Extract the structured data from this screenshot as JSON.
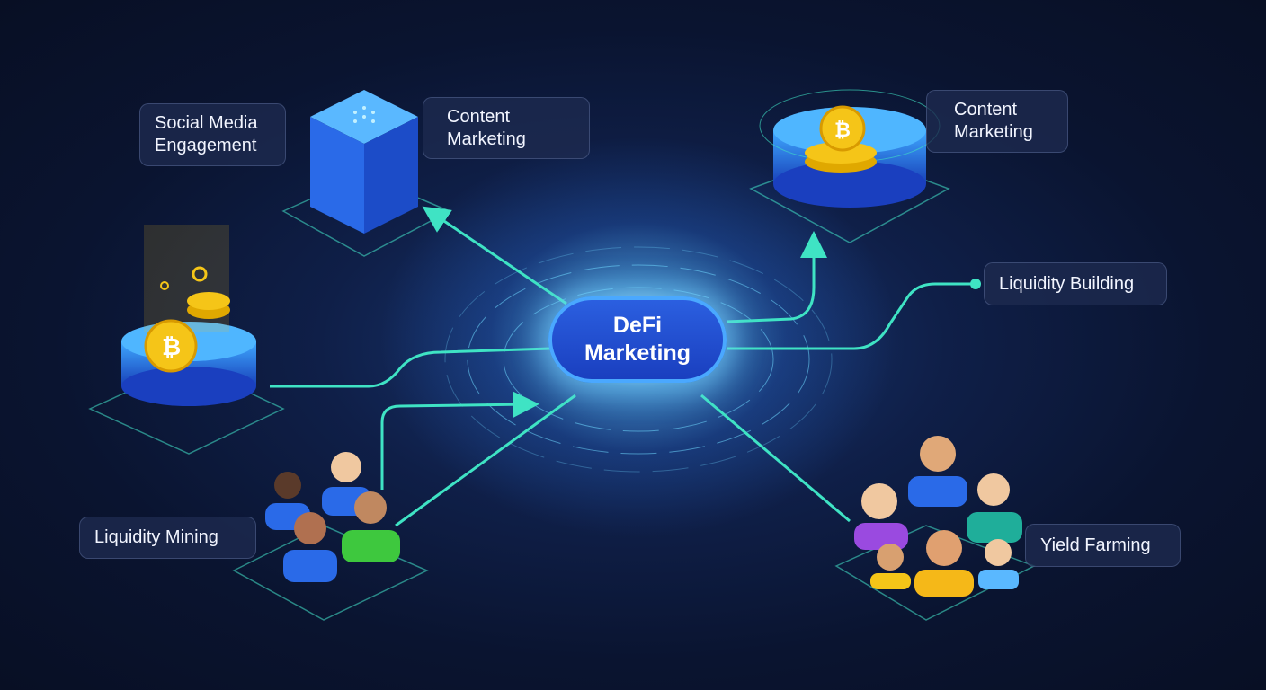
{
  "center": {
    "line1": "DeFi",
    "line2": "Marketing"
  },
  "nodes": {
    "social_media": {
      "line1": "Social Media",
      "line2": "Engagement"
    },
    "content_marketing_left": {
      "line1": "Content",
      "line2": "Marketing"
    },
    "content_marketing_right": {
      "line1": "Content",
      "line2": "Marketing"
    },
    "liquidity_building": {
      "label": "Liquidity Building"
    },
    "liquidity_mining": {
      "label": "Liquidity Mining"
    },
    "yield_farming": {
      "label": "Yield Farming"
    }
  },
  "colors": {
    "connector": "#3fe3c4",
    "accent": "#2b5fe0",
    "coin": "#f5c518"
  }
}
